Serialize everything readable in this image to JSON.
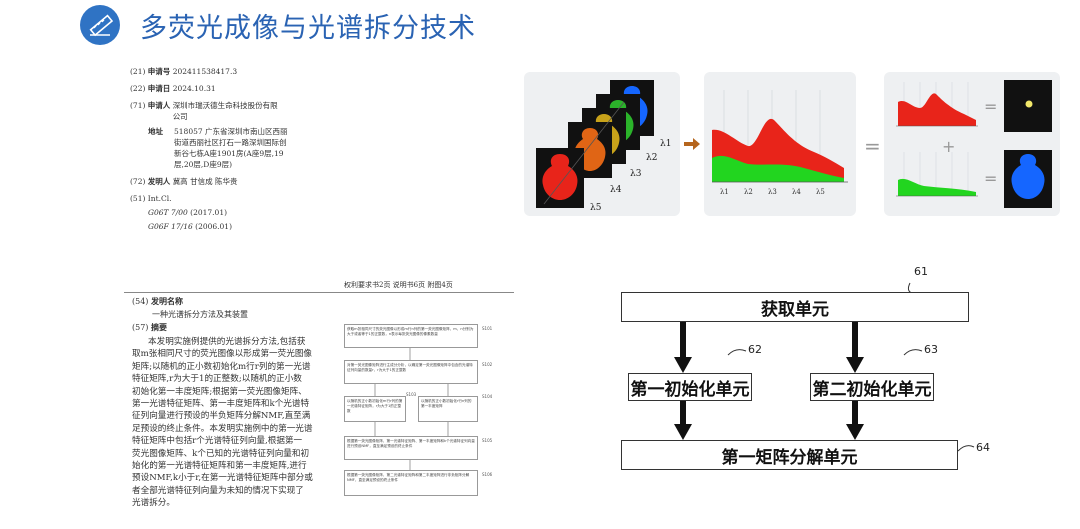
{
  "header": {
    "title": "多荧光成像与光谱拆分技术",
    "icon": "ruler-pencil-icon",
    "icon_color": "#2f73c4"
  },
  "patent": {
    "items": [
      {
        "code": "(21)",
        "label": "申请号",
        "value": "202411538417.3"
      },
      {
        "code": "(22)",
        "label": "申请日",
        "value": "2024.10.31"
      },
      {
        "code": "(71)",
        "label": "申请人",
        "value": "深圳市瑞沃德生命科技股份有限公司"
      }
    ],
    "address_label": "地址",
    "address_value": "518057 广东省深圳市南山区西丽街道西丽社区打石一路深圳国际创新谷七栋A座1901房(A座9层,19层,20层,D座9层)",
    "inventor_code": "(72)",
    "inventor_label": "发明人",
    "inventors": "冀高  甘信成  陈华贵",
    "int_code": "(51)",
    "int_label": "Int.Cl.",
    "ipc": [
      {
        "class": "G06T 7/00",
        "year": "(2017.01)"
      },
      {
        "class": "G06F 17/16",
        "year": "(2006.01)"
      }
    ]
  },
  "abstract_page": {
    "page_info": "权利要求书2页  说明书6页  附图4页",
    "name_code": "(54)",
    "name_label": "发明名称",
    "name_value": "一种光谱拆分方法及其装置",
    "abstract_code": "(57)",
    "abstract_label": "摘要",
    "abstract_lines": [
      "本发明实施例提供的光谱拆分方法,包括获",
      "取m张相同尺寸的荧光图像以形成第一荧光图像",
      "矩阵;以随机的正小数初始化m行r列的第一光谱",
      "特征矩阵,r为大于1的正整数;以随机的正小数",
      "初始化第一丰度矩阵;根据第一荧光图像矩阵、",
      "第一光谱特征矩阵、第一丰度矩阵和k个光谱特",
      "征列向量进行预设的半负矩阵分解NMF,直至满",
      "足预设的终止条件。本发明实施例中的第一光谱",
      "特征矩阵中包括r个光谱特征列向量,根据第一",
      "荧光图像矩阵、k个已知的光谱特征列向量和初",
      "始化的第一光谱特征矩阵和第一丰度矩阵,进行",
      "预设NMF,k小于r,在第一光谱特征矩阵中部分或",
      "者全部光谱特征列向量为未知的情况下实现了",
      "光谱拆分。"
    ],
    "flow": [
      {
        "text": "获取m张相同尺寸的荧光图像以形成m行n列的第一荧光图像矩阵，m、n分别为大于或者等于1的正整数，n表示每张荧光图像的像素数量",
        "num": "S101"
      },
      {
        "text": "对第一荧光图像矩阵进行主成分分析，以确定第一荧光图像矩阵中包含的光谱特征列向量的数量r，r为大于1的正整数",
        "num": "S102"
      },
      {
        "text": "以随机的正小数初始化m行r列的第一光谱特征矩阵，r为大于1的正整数",
        "num": "S103"
      },
      {
        "text": "以随机的正小数初始化r行n列的第一丰度矩阵",
        "num": "S104"
      },
      {
        "text": "根据第一荧光图像矩阵、第一光谱特征矩阵、第一丰度矩阵和k个光谱特征列向量进行预设NMF，直至满足预设的终止条件",
        "num": "S105"
      },
      {
        "text": "根据第一荧光图像矩阵、第二光谱特征矩阵和第二丰度矩阵进行非负矩阵分解NMF，直至满足预设的终止条件",
        "num": "S106"
      }
    ]
  },
  "spectral_figure": {
    "lambda_labels": [
      "λ1",
      "λ2",
      "λ3",
      "λ4",
      "λ5"
    ],
    "axis_labels": [
      "λ1",
      "λ2",
      "λ3",
      "λ4",
      "λ5"
    ],
    "colors": {
      "red": "#e8241a",
      "green": "#22d51f",
      "blue": "#1566ff",
      "arrow": "#b5651d"
    },
    "eq1": "=",
    "plus": "+",
    "eq2": "="
  },
  "block_diagram": {
    "top_num": "61",
    "top_label": "获取单元",
    "left_num": "62",
    "left_label": "第一初始化单元",
    "right_num": "63",
    "right_label": "第二初始化单元",
    "bottom_num": "64",
    "bottom_label": "第一矩阵分解单元"
  }
}
